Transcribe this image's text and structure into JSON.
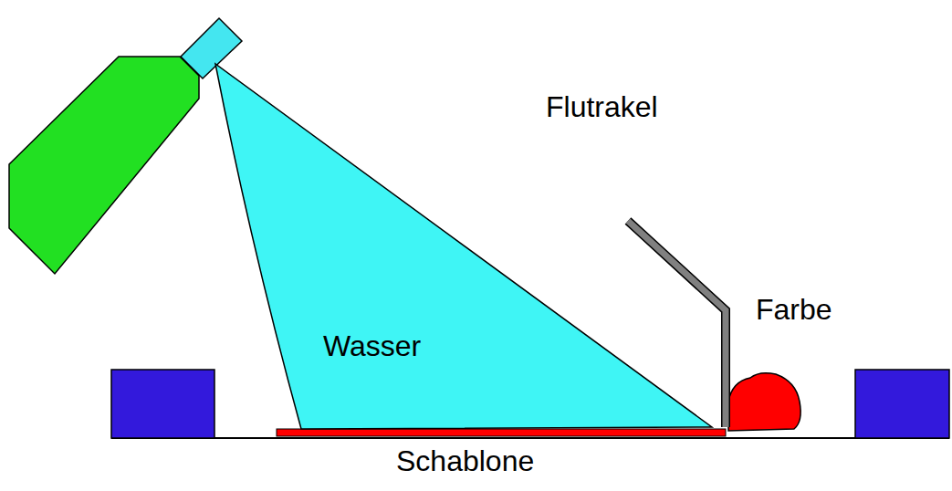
{
  "diagram": {
    "labels": [
      "Flutrakel",
      "Farbe",
      "Wasser",
      "Schablone"
    ]
  }
}
